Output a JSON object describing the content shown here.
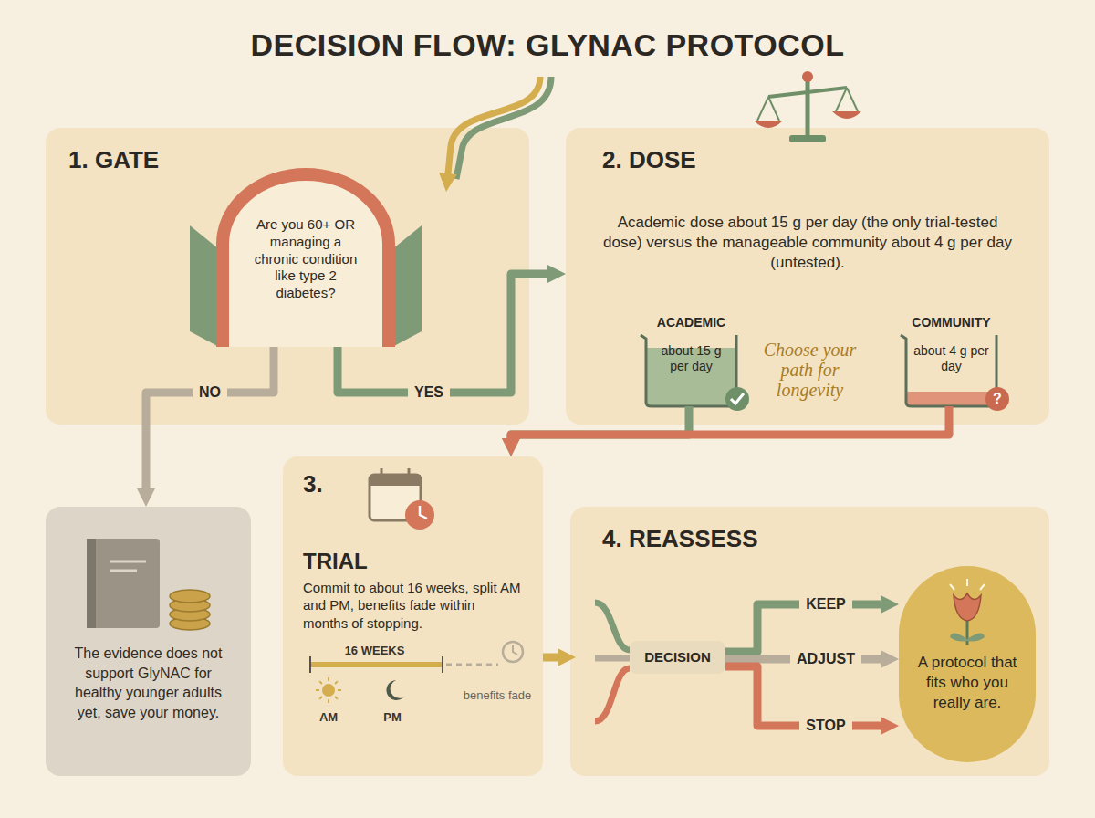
{
  "diagram": {
    "title": "DECISION FLOW: GLYNAC PROTOCOL",
    "nodes": [
      {
        "text": [
          "1. GATE"
        ]
      },
      {
        "text": [
          "Are you 60+ OR managing a chronic condition like type 2 diabetes?"
        ],
        "in": 0
      },
      {
        "text": [
          "2. DOSE",
          "Academic dose about 15 g per day (the only trial-tested dose) versus the manageable community about 4 g per day (untested)."
        ]
      },
      {
        "text": [
          "ACADEMIC",
          "about 15 g per day"
        ],
        "in": 2
      },
      {
        "text": [
          "COMMUNITY",
          "about 4 g per day"
        ],
        "in": 2
      },
      {
        "text": [
          "The evidence does not support GlyNAC for healthy younger adults yet, save your money."
        ]
      },
      {
        "text": [
          "3.",
          "TRIAL",
          "Commit to about 16 weeks, split AM and PM, benefits fade within months of stopping."
        ]
      },
      {
        "text": [
          "4. REASSESS"
        ]
      },
      {
        "text": [
          "DECISION"
        ],
        "in": 7
      },
      {
        "text": [
          "A protocol that fits who you really are."
        ],
        "in": 7
      }
    ],
    "edges": [
      {
        "from": 1,
        "to": 5,
        "label": "NO",
        "arrow": "to"
      },
      {
        "from": 1,
        "to": 2,
        "label": "YES",
        "arrow": "to"
      },
      {
        "from": 3,
        "to": 6,
        "arrow": "to"
      },
      {
        "from": 4,
        "to": 6,
        "arrow": "to"
      },
      {
        "from": 6,
        "to": 7,
        "arrow": "to"
      },
      {
        "from": 8,
        "to": 9,
        "label": "KEEP",
        "arrow": "to"
      },
      {
        "from": 8,
        "to": 9,
        "label": "ADJUST",
        "arrow": "to"
      },
      {
        "from": 8,
        "to": 9,
        "label": "STOP",
        "arrow": "to"
      }
    ],
    "labels": [
      "Choose your path for longevity",
      "?",
      "16 WEEKS",
      "AM",
      "PM",
      "benefits fade"
    ]
  }
}
